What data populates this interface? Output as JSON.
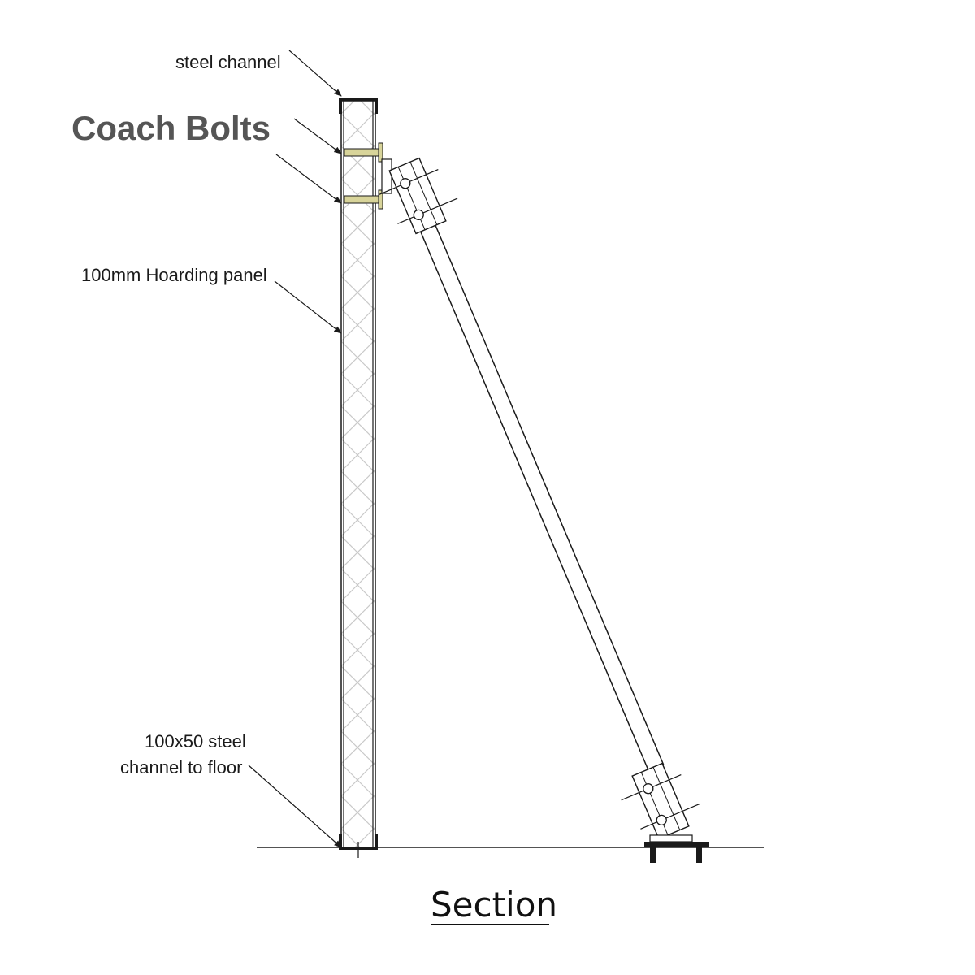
{
  "labels": {
    "steel_channel": "steel channel",
    "coach_bolts": "Coach Bolts",
    "hoarding_panel": "100mm Hoarding panel",
    "floor_channel_line1": "100x50 steel",
    "floor_channel_line2": "channel to floor",
    "section_title": "Section"
  },
  "colors": {
    "line": "#1a1a1a",
    "hatch": "#c9c9c9",
    "bolt": "#d8d49a",
    "title_big": "#555555"
  }
}
